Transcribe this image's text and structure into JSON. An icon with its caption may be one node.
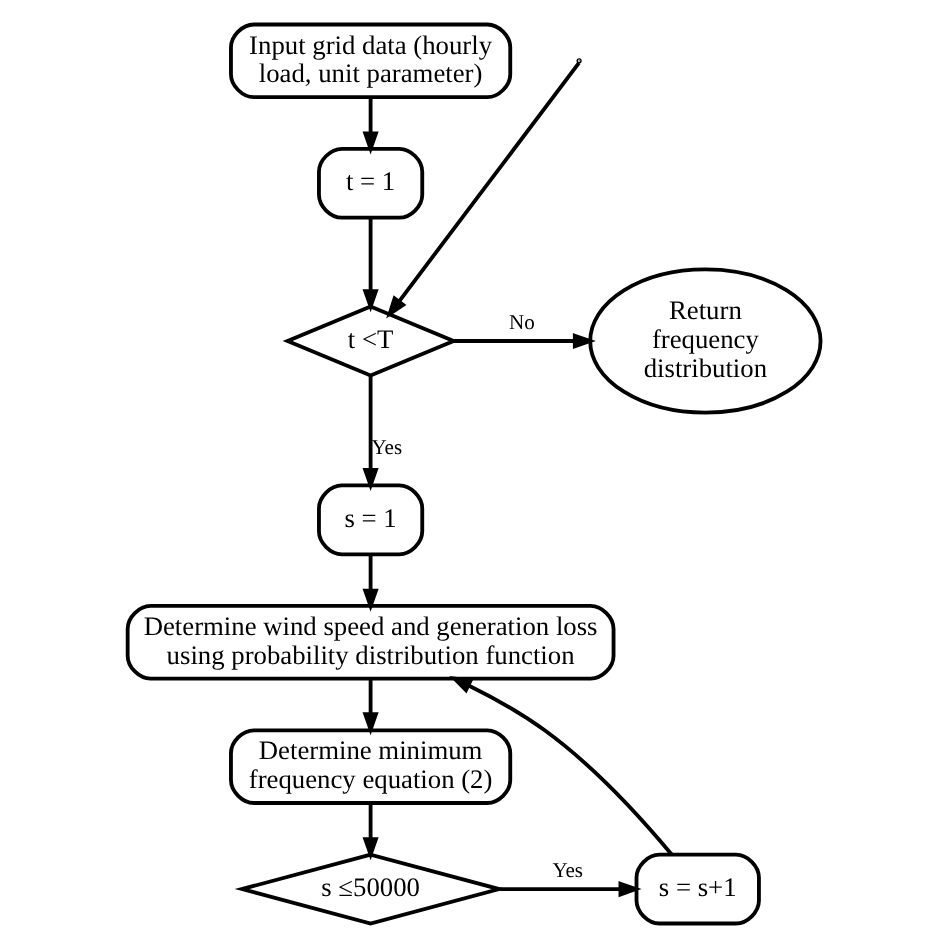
{
  "diagram": {
    "nodes": [
      {
        "text": [
          "Input grid data (hourly load, unit parameter)"
        ]
      },
      {
        "text": [
          "t = 1"
        ]
      },
      {
        "text": [
          "t <T"
        ]
      },
      {
        "text": [
          "Return frequency distribution"
        ]
      },
      {
        "text": [
          "s = 1"
        ]
      },
      {
        "text": [
          "Determine wind speed and generation loss using probability distribution function"
        ]
      },
      {
        "text": [
          "Determine minimum frequency equation (2)"
        ]
      },
      {
        "text": [
          "s ≤50000"
        ]
      },
      {
        "text": [
          "s = s+1"
        ]
      }
    ],
    "edges": [
      {
        "from": 0,
        "to": 1,
        "arrow": "to"
      },
      {
        "from": 1,
        "to": 2,
        "arrow": "to"
      },
      {
        "from": 2,
        "to": 3,
        "label": "No",
        "arrow": "to"
      },
      {
        "from": 2,
        "to": 4,
        "label": "Yes",
        "arrow": "to"
      },
      {
        "from": 4,
        "to": 5,
        "arrow": "to"
      },
      {
        "from": 5,
        "to": 6,
        "arrow": "to"
      },
      {
        "from": 6,
        "to": 7,
        "arrow": "to"
      },
      {
        "from": 7,
        "to": 8,
        "label": "Yes",
        "arrow": "to"
      },
      {
        "from": 8,
        "to": 5,
        "arrow": "to"
      },
      {
        "from": null,
        "to": 2,
        "arrow": "to"
      }
    ]
  }
}
